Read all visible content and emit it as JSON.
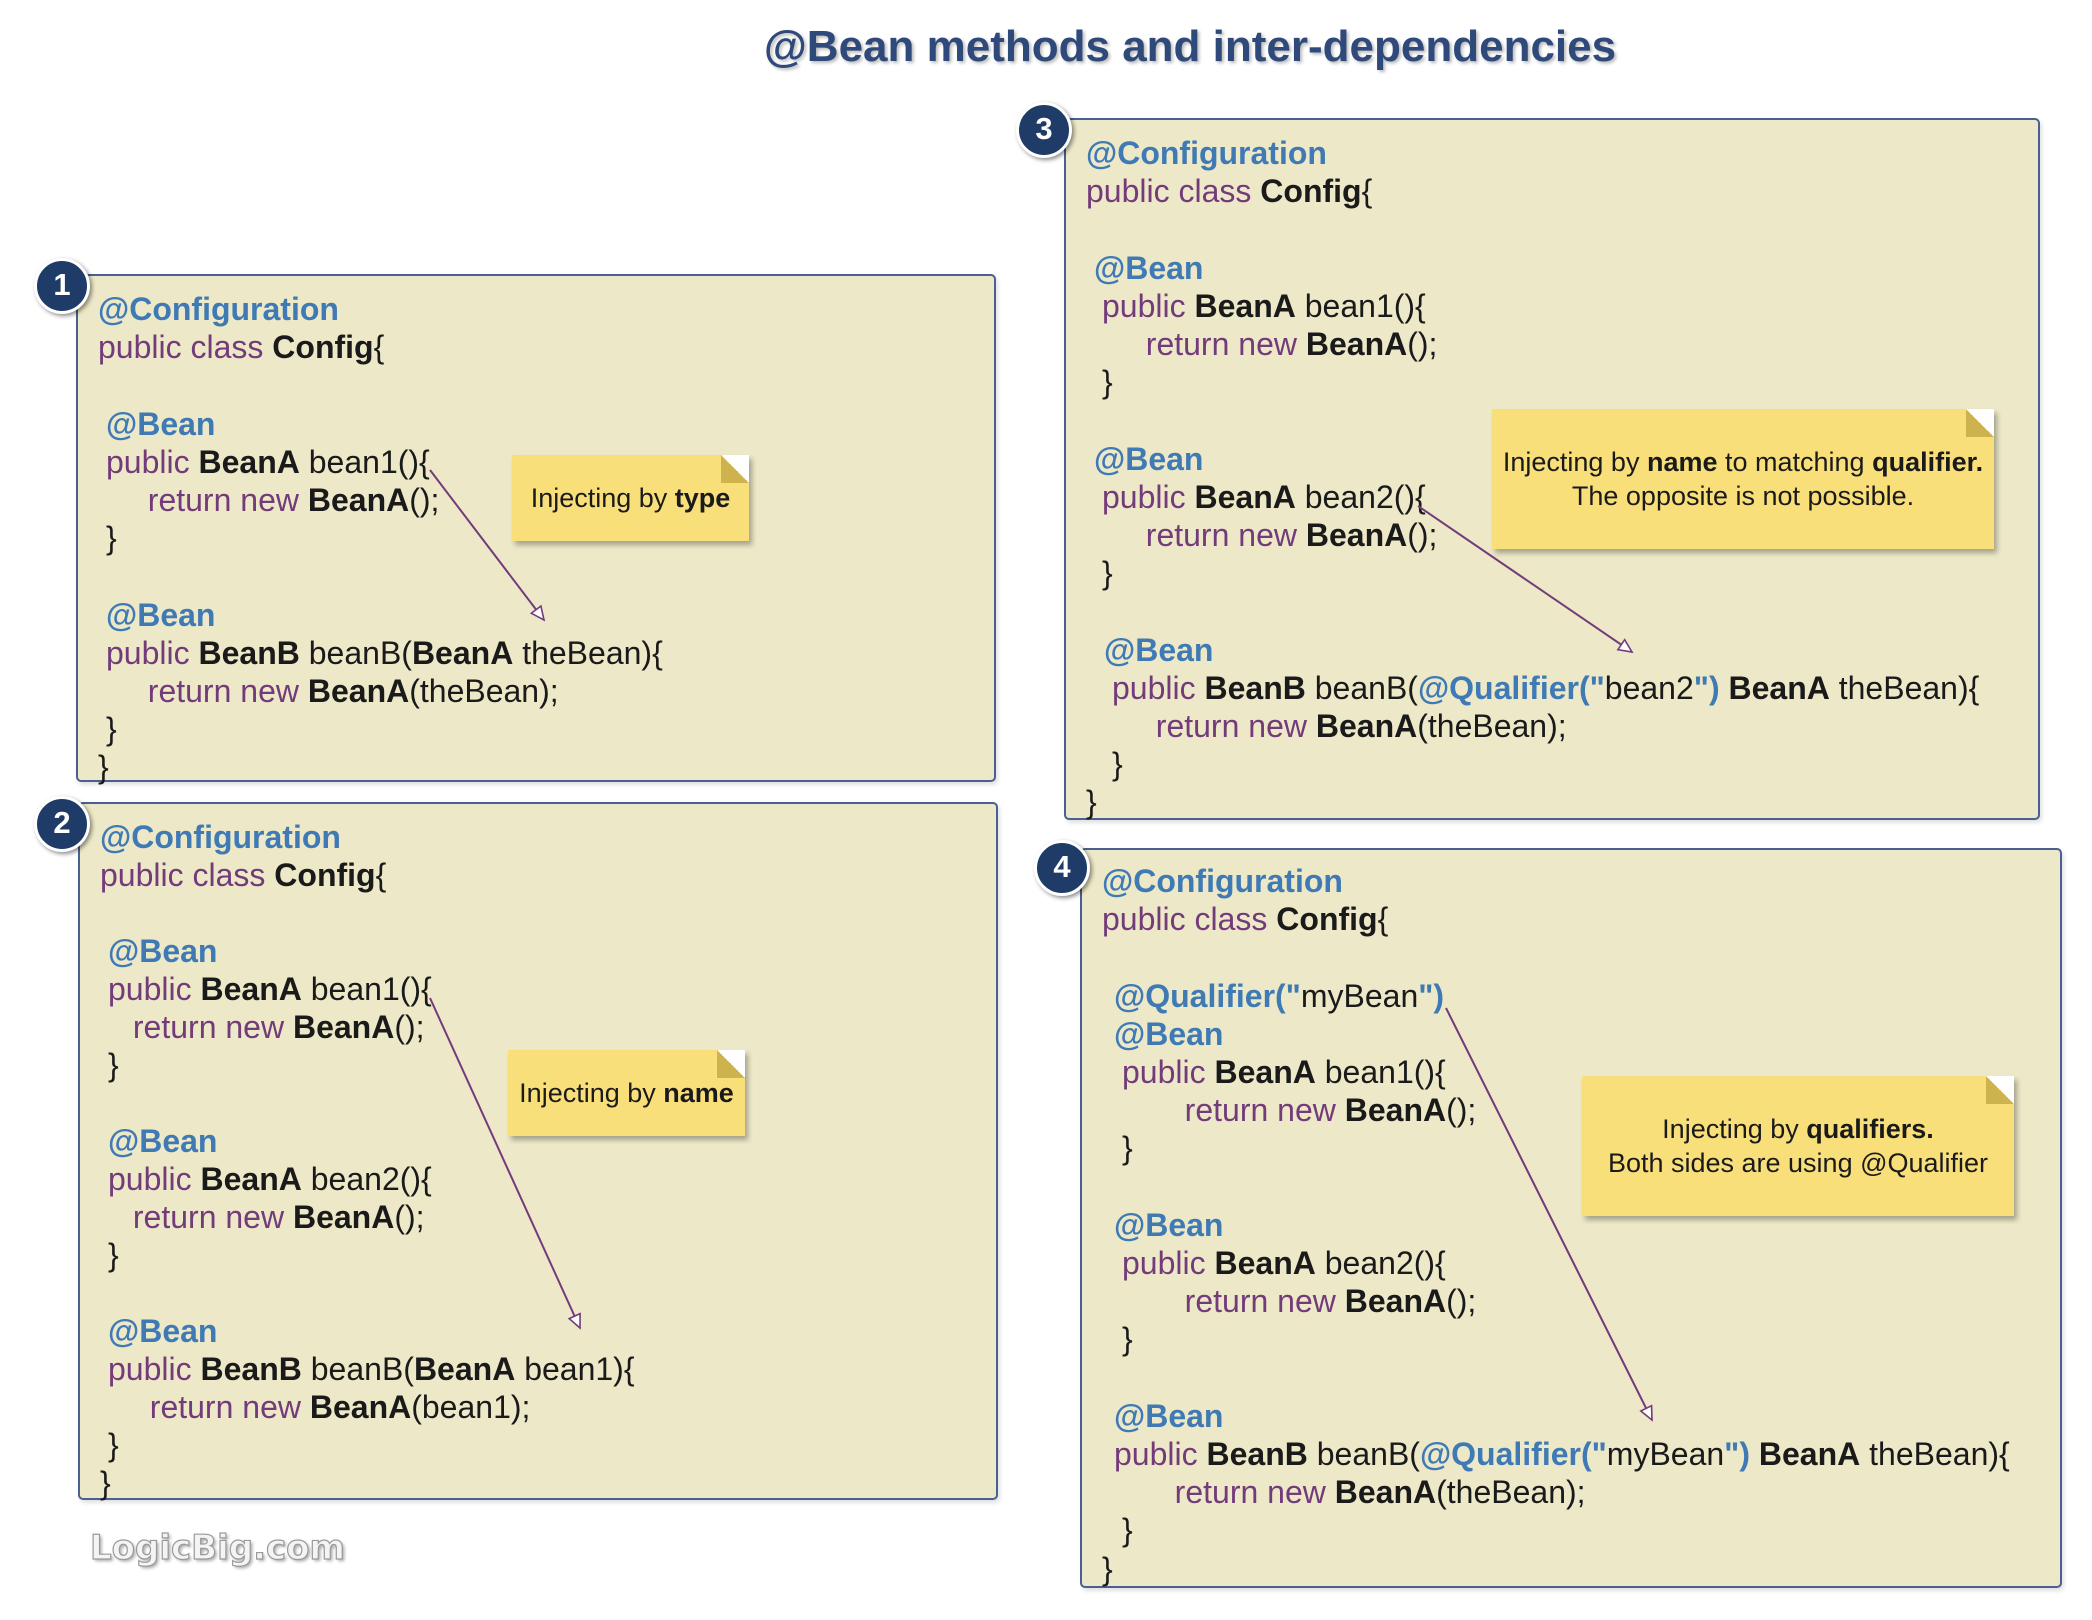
{
  "title": "@Bean methods and inter-dependencies",
  "logo_text": "LogicBig.com",
  "colors": {
    "panel_bg": "#ece8c8",
    "panel_border": "#4a5f92",
    "badge_bg": "#1f3b68",
    "annotation": "#3f7ab5",
    "keyword": "#733b7a",
    "note_bg": "#f9df7a",
    "arrow": "#733b7a"
  },
  "panels": [
    {
      "number": "1",
      "note_lines": [
        [
          {
            "t": "Injecting by ",
            "b": false
          },
          {
            "t": "type",
            "b": true
          }
        ]
      ],
      "lines": [
        [
          [
            "ann",
            "@Configuration"
          ]
        ],
        [
          [
            "kw",
            "public class "
          ],
          [
            "ty",
            "Config"
          ],
          [
            "pl",
            "{"
          ]
        ],
        [],
        [
          [
            "ann",
            "@Bean"
          ]
        ],
        [
          [
            "kw",
            "public "
          ],
          [
            "ty",
            "BeanA"
          ],
          [
            "pl",
            " bean1(){"
          ]
        ],
        [
          [
            "kw",
            "  return new "
          ],
          [
            "ty",
            "BeanA"
          ],
          [
            "pl",
            "();"
          ]
        ],
        [
          [
            "pl",
            "}"
          ]
        ],
        [],
        [
          [
            "ann",
            "@Bean"
          ]
        ],
        [
          [
            "kw",
            "public "
          ],
          [
            "ty",
            "BeanB"
          ],
          [
            "pl",
            " beanB("
          ],
          [
            "ty",
            "BeanA"
          ],
          [
            "pl",
            " theBean){"
          ]
        ],
        [
          [
            "kw",
            "  return new "
          ],
          [
            "ty",
            "BeanA"
          ],
          [
            "pl",
            "(theBean);"
          ]
        ],
        [
          [
            "pl",
            "}"
          ]
        ],
        [
          [
            "pl",
            "}"
          ]
        ]
      ]
    },
    {
      "number": "2",
      "note_lines": [
        [
          {
            "t": "Injecting by ",
            "b": false
          },
          {
            "t": "name",
            "b": true
          }
        ]
      ],
      "lines": [
        [
          [
            "ann",
            "@Configuration"
          ]
        ],
        [
          [
            "kw",
            "public class "
          ],
          [
            "ty",
            "Config"
          ],
          [
            "pl",
            "{"
          ]
        ],
        [],
        [
          [
            "ann",
            "@Bean"
          ]
        ],
        [
          [
            "kw",
            "public "
          ],
          [
            "ty",
            "BeanA"
          ],
          [
            "pl",
            " bean1(){"
          ]
        ],
        [
          [
            "kw",
            " return new "
          ],
          [
            "ty",
            "BeanA"
          ],
          [
            "pl",
            "();"
          ]
        ],
        [
          [
            "pl",
            "}"
          ]
        ],
        [],
        [
          [
            "ann",
            "@Bean"
          ]
        ],
        [
          [
            "kw",
            "public "
          ],
          [
            "ty",
            "BeanA"
          ],
          [
            "pl",
            " bean2(){"
          ]
        ],
        [
          [
            "kw",
            " return new "
          ],
          [
            "ty",
            "BeanA"
          ],
          [
            "pl",
            "();"
          ]
        ],
        [
          [
            "pl",
            "}"
          ]
        ],
        [],
        [
          [
            "ann",
            "@Bean"
          ]
        ],
        [
          [
            "kw",
            "public "
          ],
          [
            "ty",
            "BeanB"
          ],
          [
            "pl",
            " beanB("
          ],
          [
            "ty",
            "BeanA"
          ],
          [
            "pl",
            " bean1){"
          ]
        ],
        [
          [
            "kw",
            "  return new "
          ],
          [
            "ty",
            "BeanA"
          ],
          [
            "pl",
            "(bean1);"
          ]
        ],
        [
          [
            "pl",
            "}"
          ]
        ],
        [
          [
            "pl",
            "}"
          ]
        ]
      ]
    },
    {
      "number": "3",
      "note_lines": [
        [
          {
            "t": "Injecting by ",
            "b": false
          },
          {
            "t": "name",
            "b": true
          },
          {
            "t": " to matching ",
            "b": false
          },
          {
            "t": "qualifier.",
            "b": true
          }
        ],
        [
          {
            "t": "The opposite is not possible.",
            "b": false
          }
        ]
      ],
      "lines": [
        [
          [
            "ann",
            "@Configuration"
          ]
        ],
        [
          [
            "kw",
            "public class "
          ],
          [
            "ty",
            "Config"
          ],
          [
            "pl",
            "{"
          ]
        ],
        [],
        [
          [
            "ann",
            "@Bean"
          ]
        ],
        [
          [
            "kw",
            "public "
          ],
          [
            "ty",
            "BeanA"
          ],
          [
            "pl",
            " bean1(){"
          ]
        ],
        [
          [
            "kw",
            "  return new "
          ],
          [
            "ty",
            "BeanA"
          ],
          [
            "pl",
            "();"
          ]
        ],
        [
          [
            "pl",
            "}"
          ]
        ],
        [],
        [
          [
            "ann",
            "@Bean"
          ]
        ],
        [
          [
            "kw",
            "public "
          ],
          [
            "ty",
            "BeanA"
          ],
          [
            "pl",
            " bean2(){"
          ]
        ],
        [
          [
            "kw",
            "  return new "
          ],
          [
            "ty",
            "BeanA"
          ],
          [
            "pl",
            "();"
          ]
        ],
        [
          [
            "pl",
            "}"
          ]
        ],
        [],
        [
          [
            "ann",
            "@Bean"
          ]
        ],
        [
          [
            "kw",
            "public "
          ],
          [
            "ty",
            "BeanB"
          ],
          [
            "pl",
            " beanB("
          ],
          [
            "ann",
            "@Qualifier(\""
          ],
          [
            "pl",
            "bean2"
          ],
          [
            "ann",
            "\")"
          ],
          [
            "pl",
            " "
          ],
          [
            "ty",
            "BeanA"
          ],
          [
            "pl",
            " theBean){"
          ]
        ],
        [
          [
            "kw",
            "  return new "
          ],
          [
            "ty",
            "BeanA"
          ],
          [
            "pl",
            "(theBean);"
          ]
        ],
        [
          [
            "pl",
            "}"
          ]
        ],
        [
          [
            "pl",
            "}"
          ]
        ]
      ]
    },
    {
      "number": "4",
      "note_lines": [
        [
          {
            "t": "Injecting by ",
            "b": false
          },
          {
            "t": "qualifiers.",
            "b": true
          }
        ],
        [
          {
            "t": "Both sides are using @Qualifier",
            "b": false
          }
        ]
      ],
      "lines": [
        [
          [
            "ann",
            "@Configuration"
          ]
        ],
        [
          [
            "kw",
            "public class "
          ],
          [
            "ty",
            "Config"
          ],
          [
            "pl",
            "{"
          ]
        ],
        [],
        [
          [
            "ann",
            "@Qualifier(\""
          ],
          [
            "pl",
            "myBean"
          ],
          [
            "ann",
            "\")"
          ]
        ],
        [
          [
            "ann",
            "@Bean"
          ]
        ],
        [
          [
            "kw",
            "public "
          ],
          [
            "ty",
            "BeanA"
          ],
          [
            "pl",
            " bean1(){"
          ]
        ],
        [
          [
            "kw",
            "   return new "
          ],
          [
            "ty",
            "BeanA"
          ],
          [
            "pl",
            "();"
          ]
        ],
        [
          [
            "pl",
            "}"
          ]
        ],
        [],
        [
          [
            "ann",
            "@Bean"
          ]
        ],
        [
          [
            "kw",
            "public "
          ],
          [
            "ty",
            "BeanA"
          ],
          [
            "pl",
            " bean2(){"
          ]
        ],
        [
          [
            "kw",
            "   return new "
          ],
          [
            "ty",
            "BeanA"
          ],
          [
            "pl",
            "();"
          ]
        ],
        [
          [
            "pl",
            "}"
          ]
        ],
        [],
        [
          [
            "ann",
            "@Bean"
          ]
        ],
        [
          [
            "kw",
            "public "
          ],
          [
            "ty",
            "BeanB"
          ],
          [
            "pl",
            " beanB("
          ],
          [
            "ann",
            "@Qualifier(\""
          ],
          [
            "pl",
            "myBean"
          ],
          [
            "ann",
            "\")"
          ],
          [
            "pl",
            " "
          ],
          [
            "ty",
            "BeanA"
          ],
          [
            "pl",
            " theBean){"
          ]
        ],
        [
          [
            "kw",
            "   return new "
          ],
          [
            "ty",
            "BeanA"
          ],
          [
            "pl",
            "(theBean);"
          ]
        ],
        [
          [
            "pl",
            "}"
          ]
        ],
        [
          [
            "pl",
            "}"
          ]
        ]
      ]
    }
  ]
}
